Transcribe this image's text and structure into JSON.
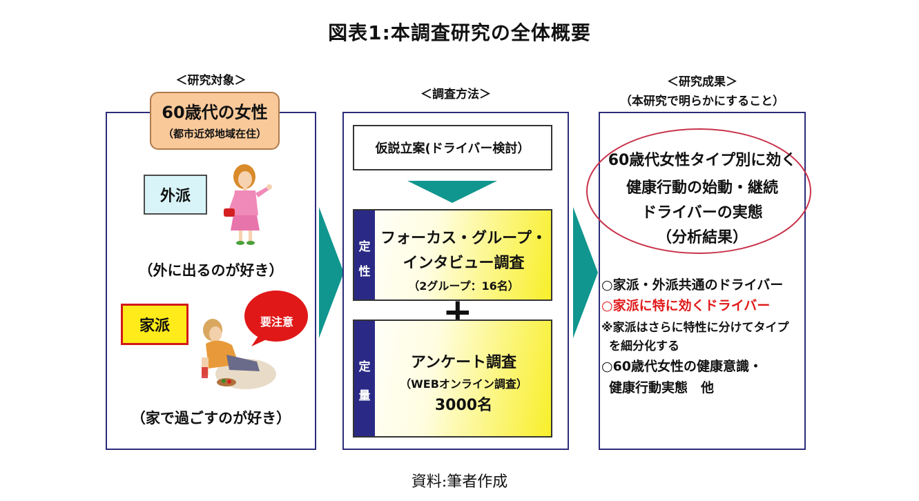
{
  "title": "図表1:本調査研究の全体概要",
  "caption": "資料:筆者作成",
  "left": {
    "label": "＜研究対象＞",
    "target_main": "60歳代の女性",
    "target_sub": "（都市近郊地域在住）",
    "gaiha": "外派",
    "gaiha_note": "（外に出るのが好き）",
    "kaha": "家派",
    "kaha_note": "（家で過ごすのが好き）",
    "bubble": "要注意"
  },
  "middle": {
    "label": "＜調査方法＞",
    "hypothesis": "仮説立案(ドライバー検討）",
    "qual_tab": [
      "定",
      "性"
    ],
    "qual_line1": "フォーカス・グループ・",
    "qual_line2": "インタビュー調査",
    "qual_sub": "（2グループ：16名）",
    "plus": "+",
    "quant_tab": [
      "定",
      "量"
    ],
    "quant_line1": "アンケート調査",
    "quant_sub": "（WEBオンライン調査）",
    "quant_line2": "3000名"
  },
  "right": {
    "label1": "＜研究成果＞",
    "label2": "（本研究で明らかにすること）",
    "result_lines": [
      "60歳代女性タイプ別に効く",
      "健康行動の始動・継続",
      "ドライバーの実態",
      "（分析結果）"
    ],
    "item1": "○家派・外派共通のドライバー",
    "item2": "○家派に特に効くドライバー",
    "item3a": "※家派はさらに特性に分けてタイプ",
    "item3b": "を細分化する",
    "item4a": "○60歳代女性の健康意識・",
    "item4b": "健康行動実態　他"
  },
  "colors": {
    "panel_border": "#2b2b7a",
    "arrow": "#10968e",
    "tab": "#2a2a86",
    "highlight_red": "#e01818",
    "ellipse": "#c8324a"
  }
}
